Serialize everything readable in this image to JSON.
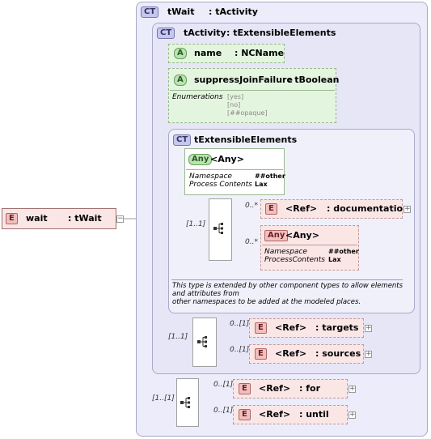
{
  "root": {
    "badge": "E",
    "name": "wait",
    "type": ": tWait"
  },
  "tWait": {
    "badge": "CT",
    "name": "tWait",
    "base": ": tActivity"
  },
  "tActivity": {
    "badge": "CT",
    "name": "tActivity",
    "base": ": tExtensibleElements"
  },
  "attr_name": {
    "badge": "A",
    "name": "name",
    "type": ": NCName"
  },
  "attr_suppress": {
    "badge": "A",
    "name": "suppressJoinFailure",
    "type": ": tBoolean",
    "enum_label": "Enumerations",
    "enums": [
      "[yes]",
      "[no]",
      "[##opaque]"
    ]
  },
  "tExt": {
    "badge": "CT",
    "name": "tExtensibleElements",
    "any1": {
      "badge": "Any",
      "label": "<Any>",
      "k1": "Namespace",
      "v1": "##other",
      "k2": "Process Contents",
      "v2": "Lax"
    },
    "seq_card": "[1..1]",
    "doc": {
      "card": "0..*",
      "badge": "E",
      "label": "<Ref>",
      "type": ": documentation"
    },
    "any2": {
      "card": "0..*",
      "badge": "Any",
      "label": "<Any>",
      "k1": "Namespace",
      "v1": "##other",
      "k2": "ProcessContents",
      "v2": "Lax"
    },
    "note": "This type is extended by other component types to allow elements and attributes from\nother namespaces to be added at the modeled places."
  },
  "act_seq": {
    "card": "[1..1]",
    "targets": {
      "card": "0..[1]",
      "badge": "E",
      "label": "<Ref>",
      "type": ": targets"
    },
    "sources": {
      "card": "0..[1]",
      "badge": "E",
      "label": "<Ref>",
      "type": ": sources"
    }
  },
  "wait_seq": {
    "card": "[1..[1]",
    "for": {
      "card": "0..[1]",
      "badge": "E",
      "label": "<Ref>",
      "type": ": for"
    },
    "until": {
      "card": "0..[1]",
      "badge": "E",
      "label": "<Ref>",
      "type": ": until"
    }
  },
  "colors": {
    "ct_bg": "#ececfa",
    "attr_bg": "#e3f5de",
    "elem_bg": "#fbe6e6"
  }
}
